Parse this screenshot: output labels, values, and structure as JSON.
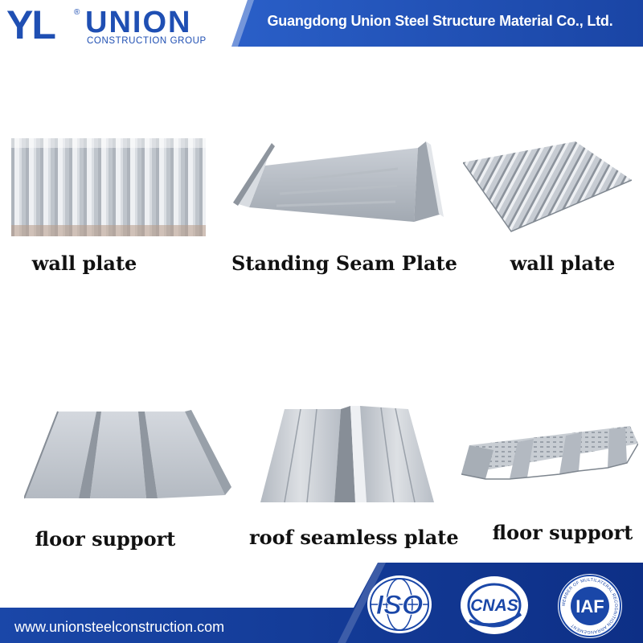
{
  "header": {
    "logo_mark": "YL",
    "logo_registered": "®",
    "logo_name": "UNION",
    "logo_sub": "CONSTRUCTION GROUP",
    "company_name": "Guangdong Union Steel Structure Material Co., Ltd."
  },
  "products": [
    {
      "label": "wall plate",
      "icon": "corrugated-wall-plate"
    },
    {
      "label": "Standing Seam Plate",
      "icon": "standing-seam-plate"
    },
    {
      "label": "wall plate",
      "icon": "trapezoidal-wall-plate"
    },
    {
      "label": "floor support",
      "icon": "floor-deck-plate"
    },
    {
      "label": "roof seamless plate",
      "icon": "roof-seamless-plate"
    },
    {
      "label": "floor support",
      "icon": "embossed-floor-deck"
    }
  ],
  "footer": {
    "url": "www.unionsteelconstruction.com",
    "certifications": [
      {
        "label": "ISO",
        "icon": "iso-logo"
      },
      {
        "label": "CNAS",
        "icon": "cnas-logo"
      },
      {
        "label": "IAF",
        "icon": "iaf-logo",
        "ring_text": "MEMBER OF MULTILATERAL RECOGNITION ARRANGEMENT"
      }
    ]
  },
  "colors": {
    "brand_blue": "#1f4fb3",
    "dark_blue": "#0a2b7a",
    "steel": "#c4c9d0"
  }
}
